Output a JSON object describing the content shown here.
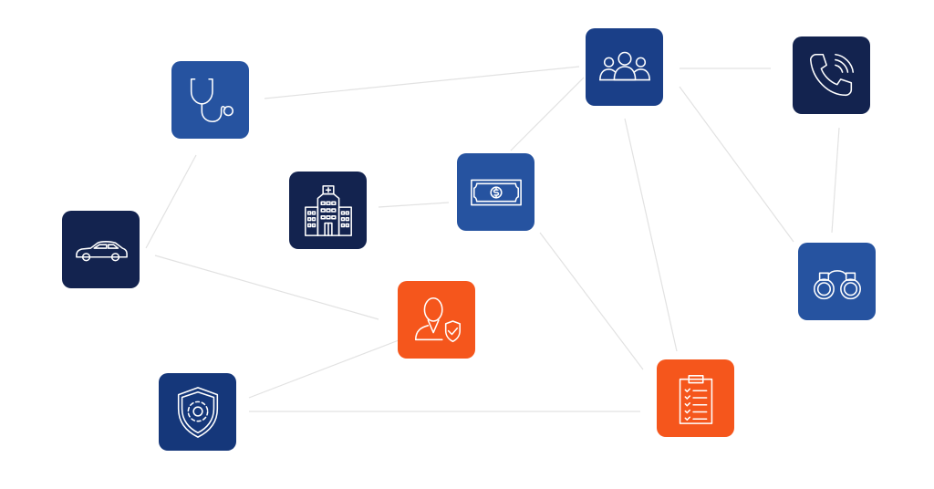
{
  "colors": {
    "navy": "#13234f",
    "dark_blue": "#15377a",
    "blue": "#2653a0",
    "orange": "#f5561c",
    "link": "#e2e2e2"
  },
  "nodes": [
    {
      "id": "stethoscope",
      "icon": "stethoscope-icon",
      "color": "#2653a0"
    },
    {
      "id": "people",
      "icon": "people-group-icon",
      "color": "#1a3f88"
    },
    {
      "id": "phone",
      "icon": "phone-icon",
      "color": "#13234f"
    },
    {
      "id": "money",
      "icon": "money-bill-icon",
      "color": "#2653a0"
    },
    {
      "id": "hospital",
      "icon": "hospital-icon",
      "color": "#13234f"
    },
    {
      "id": "car",
      "icon": "car-icon",
      "color": "#13234f"
    },
    {
      "id": "handcuffs",
      "icon": "handcuffs-icon",
      "color": "#2653a0"
    },
    {
      "id": "officer",
      "icon": "officer-shield-icon",
      "color": "#f5561c"
    },
    {
      "id": "shield-gear",
      "icon": "shield-gear-icon",
      "color": "#15377a"
    },
    {
      "id": "clipboard",
      "icon": "clipboard-checklist-icon",
      "color": "#f5561c"
    }
  ],
  "links": [
    [
      "stethoscope",
      "people"
    ],
    [
      "people",
      "phone"
    ],
    [
      "people",
      "money"
    ],
    [
      "people",
      "clipboard"
    ],
    [
      "people",
      "handcuffs"
    ],
    [
      "phone",
      "handcuffs"
    ],
    [
      "hospital",
      "money"
    ],
    [
      "stethoscope",
      "car"
    ],
    [
      "car",
      "officer"
    ],
    [
      "officer",
      "shield-gear"
    ],
    [
      "shield-gear",
      "clipboard"
    ],
    [
      "money",
      "clipboard"
    ]
  ]
}
